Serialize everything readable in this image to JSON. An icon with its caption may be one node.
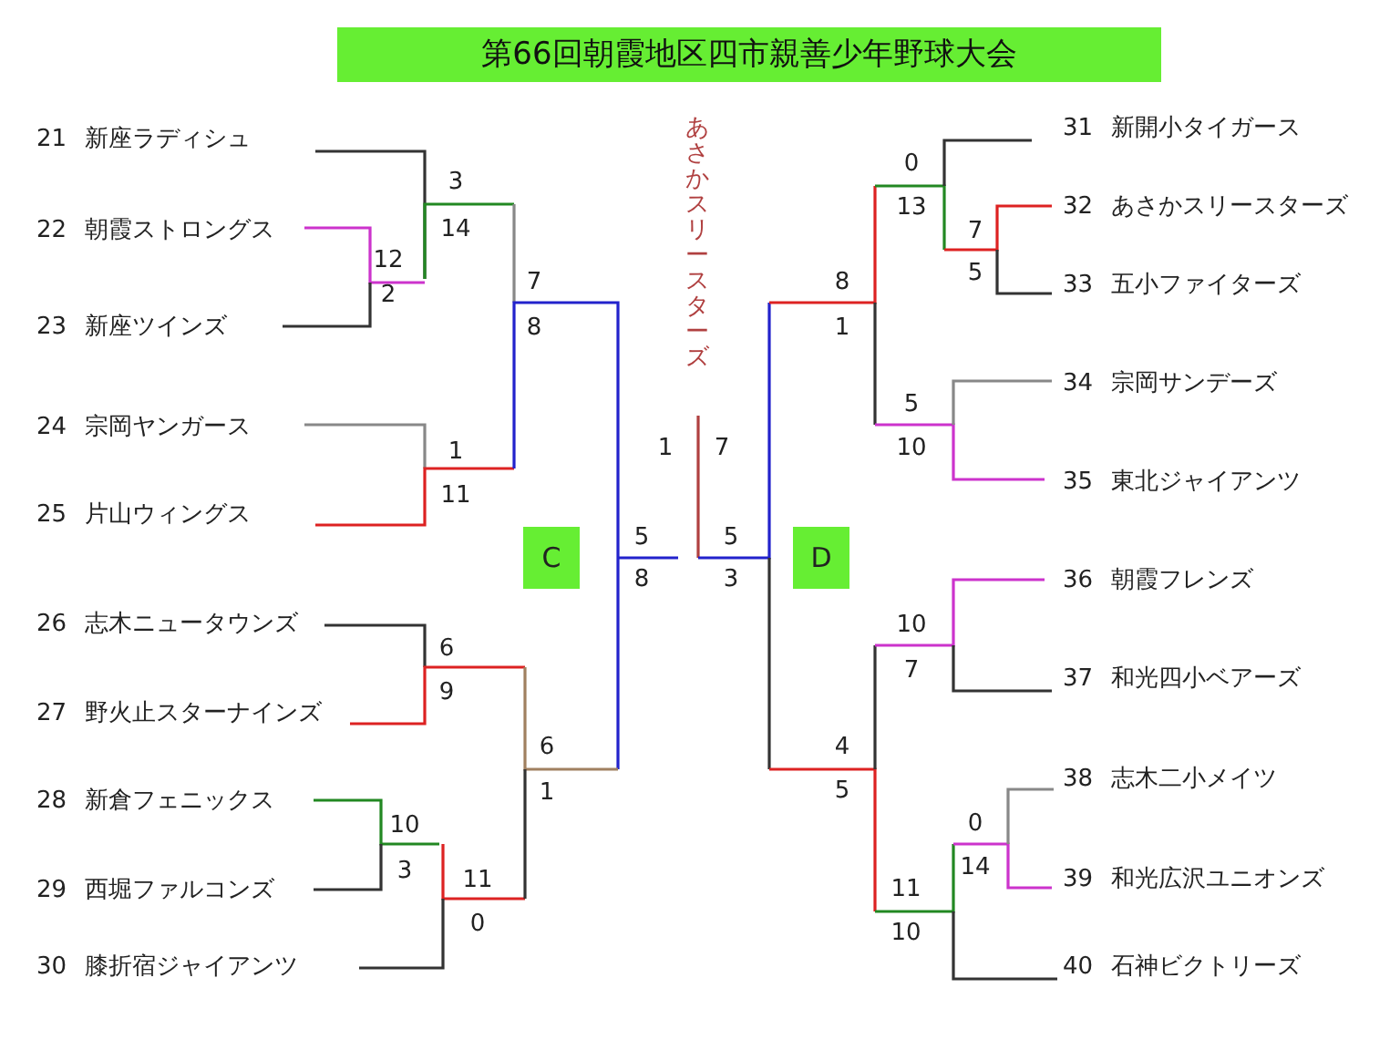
{
  "diagram": {
    "title": "第66回朝霞地区四市親善少年野球大会",
    "nodes": [
      {
        "text": [
          "21",
          "新座ラディシュ"
        ]
      },
      {
        "text": [
          "22",
          "朝霞ストロングス"
        ]
      },
      {
        "text": [
          "23",
          "新座ツインズ"
        ]
      },
      {
        "text": [
          "24",
          "宗岡ヤンガース"
        ]
      },
      {
        "text": [
          "25",
          "片山ウィングス"
        ]
      },
      {
        "text": [
          "26",
          "志木ニュータウンズ"
        ]
      },
      {
        "text": [
          "27",
          "野火止スターナインズ"
        ]
      },
      {
        "text": [
          "28",
          "新倉フェニックス"
        ]
      },
      {
        "text": [
          "29",
          "西堀ファルコンズ"
        ]
      },
      {
        "text": [
          "30",
          "膝折宿ジャイアンツ"
        ]
      },
      {
        "text": [
          "31",
          "新開小タイガース"
        ]
      },
      {
        "text": [
          "32",
          "あさかスリースターズ"
        ]
      },
      {
        "text": [
          "33",
          "五小ファイターズ"
        ]
      },
      {
        "text": [
          "34",
          "宗岡サンデーズ"
        ]
      },
      {
        "text": [
          "35",
          "東北ジャイアンツ"
        ]
      },
      {
        "text": [
          "36",
          "朝霞フレンズ"
        ]
      },
      {
        "text": [
          "37",
          "和光四小ベアーズ"
        ]
      },
      {
        "text": [
          "38",
          "志木二小メイツ"
        ]
      },
      {
        "text": [
          "39",
          "和光広沢ユニオンズ"
        ]
      },
      {
        "text": [
          "40",
          "石神ビクトリーズ"
        ]
      },
      {
        "text": [
          "C"
        ]
      },
      {
        "text": [
          "D"
        ]
      }
    ],
    "labels": [
      "あさかスリースターズ",
      "3",
      "14",
      "12",
      "2",
      "7",
      "8",
      "1",
      "11",
      "5",
      "8",
      "1",
      "7",
      "5",
      "3",
      "6",
      "9",
      "6",
      "1",
      "10",
      "3",
      "11",
      "0",
      "0",
      "13",
      "7",
      "5",
      "8",
      "1",
      "5",
      "10",
      "10",
      "7",
      "4",
      "5",
      "0",
      "14",
      "11",
      "10"
    ]
  }
}
